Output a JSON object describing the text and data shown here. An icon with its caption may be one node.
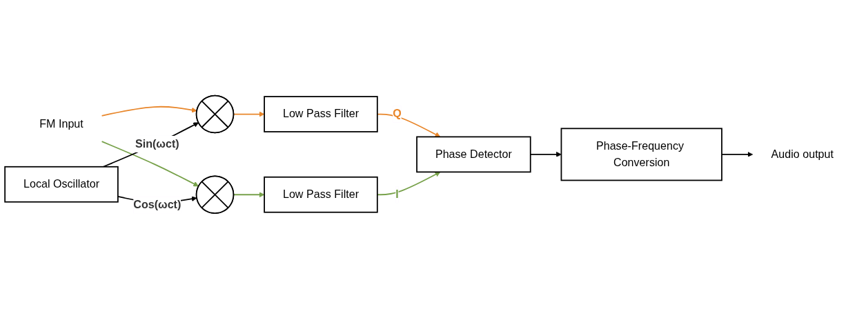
{
  "diagram": {
    "nodes": [
      {
        "text": [
          "FM Input"
        ]
      },
      {
        "text": [],
        "shape": "circle"
      },
      {
        "text": [
          "Low Pass Filter"
        ]
      },
      {
        "text": [
          "Local Oscillator"
        ]
      },
      {
        "text": [],
        "shape": "circle"
      },
      {
        "text": [
          "Low Pass Filter"
        ]
      },
      {
        "text": [
          "Phase Detector"
        ]
      },
      {
        "text": [
          "Phase-Frequency Conversion"
        ]
      },
      {
        "text": [
          "Audio output"
        ]
      }
    ],
    "edges": [
      {
        "from": 0,
        "to": 1,
        "arrow": "to",
        "color": "#e8862a"
      },
      {
        "from": 0,
        "to": 4,
        "arrow": "to",
        "color": "#77a14a"
      },
      {
        "from": 3,
        "to": 1,
        "arrow": "to",
        "label": "Sin(ωct)"
      },
      {
        "from": 3,
        "to": 4,
        "arrow": "to",
        "label": "Cos(ωct)"
      },
      {
        "from": 1,
        "to": 2,
        "arrow": "to",
        "color": "#e8862a"
      },
      {
        "from": 4,
        "to": 5,
        "arrow": "to",
        "color": "#77a14a"
      },
      {
        "from": 2,
        "to": 6,
        "arrow": "to",
        "label": "Q",
        "color": "#e8862a"
      },
      {
        "from": 5,
        "to": 6,
        "arrow": "to",
        "label": "I",
        "color": "#77a14a"
      },
      {
        "from": 6,
        "to": 7,
        "arrow": "to"
      },
      {
        "from": 7,
        "to": 8,
        "arrow": "to"
      }
    ]
  }
}
